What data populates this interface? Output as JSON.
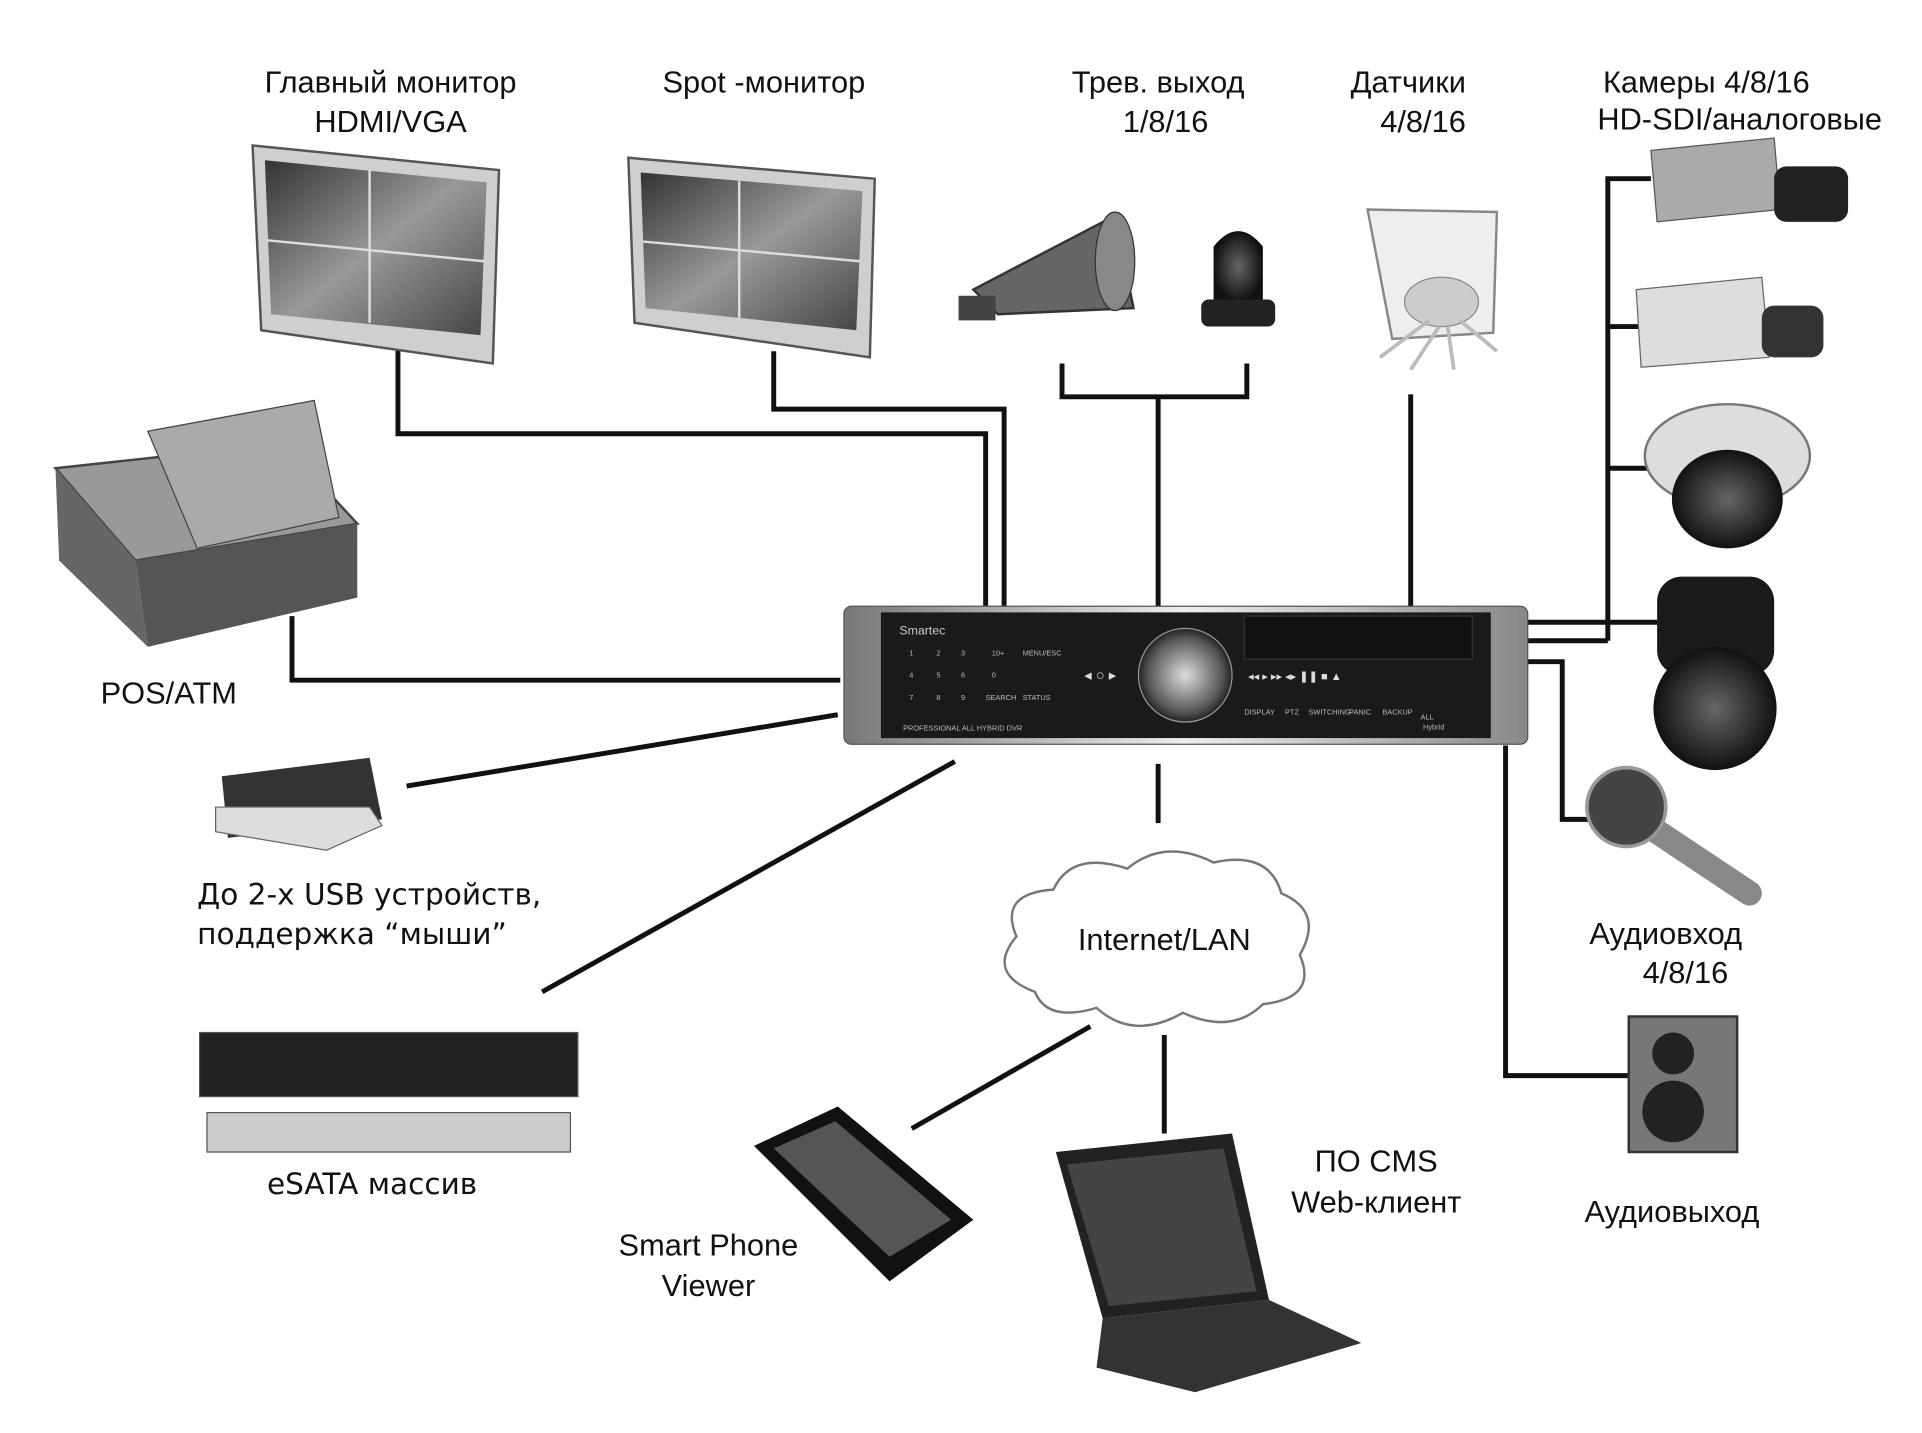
{
  "labels": {
    "main_monitor": [
      "Главный монитор",
      "HDMI/VGA"
    ],
    "spot_monitor": "Spot -монитор",
    "alarm_out": [
      "Трев. выход",
      "1/8/16"
    ],
    "sensors": [
      "Датчики",
      "4/8/16"
    ],
    "cameras": [
      "Камеры 4/8/16",
      "HD-SDI/аналоговые"
    ],
    "pos": "POS/ATM",
    "usb": [
      "До 2-х USB устройств,",
      "поддержка “мыши”"
    ],
    "esata": "eSATA массив",
    "network": "Internet/LAN",
    "phone": [
      "Smart Phone",
      "Viewer"
    ],
    "cms": [
      "ПО CMS",
      "Web-клиент"
    ],
    "audio_in": [
      "Аудиовход",
      "4/8/16"
    ],
    "audio_out": "Аудиовыход"
  },
  "dvr": {
    "brand": "Smartec",
    "model_text": "PROFESSIONAL ALL HYBRID DVR",
    "keypad": [
      "1",
      "2",
      "3",
      "10+",
      "4",
      "5",
      "6",
      "0",
      "7",
      "8",
      "9"
    ],
    "keys": [
      "MENU/ESC",
      "SEARCH",
      "STATUS"
    ],
    "function_buttons": [
      "DISPLAY",
      "PTZ",
      "SWITCHING",
      "PANIC",
      "BACKUP"
    ],
    "badge": [
      "ALL",
      "Hybrid"
    ]
  },
  "colors": {
    "line": "#111111",
    "device": "#555555",
    "dvr_face": "#1a1a1a"
  }
}
